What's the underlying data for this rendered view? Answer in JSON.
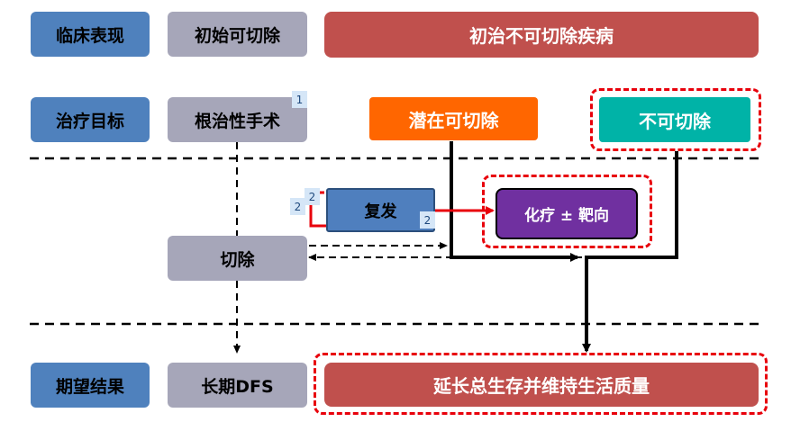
{
  "rows": {
    "clinical": "临床表现",
    "goal": "治疗目标",
    "expected": "期望结果"
  },
  "boxes": {
    "initial_resectable": "初始可切除",
    "initial_unresectable": "初治不可切除疾病",
    "radical_surgery": "根治性手术",
    "potentially_resectable": "潜在可切除",
    "unresectable": "不可切除",
    "recurrence": "复发",
    "chemo_targeted": "化疗 ± 靶向",
    "resection": "切除",
    "long_term_dfs": "长期DFS",
    "prolong_survival": "延长总生存并维持生活质量"
  },
  "markers": {
    "m1": "1",
    "m2a": "2",
    "m2b": "2",
    "m2c": "2"
  },
  "colors": {
    "row_label": "#4f81bd",
    "gray_box": "#a6a6b9",
    "red_box": "#c0504d",
    "orange": "#ff6600",
    "teal": "#00b3a7",
    "purple": "#7030a0",
    "dash_red": "#e8000b"
  }
}
